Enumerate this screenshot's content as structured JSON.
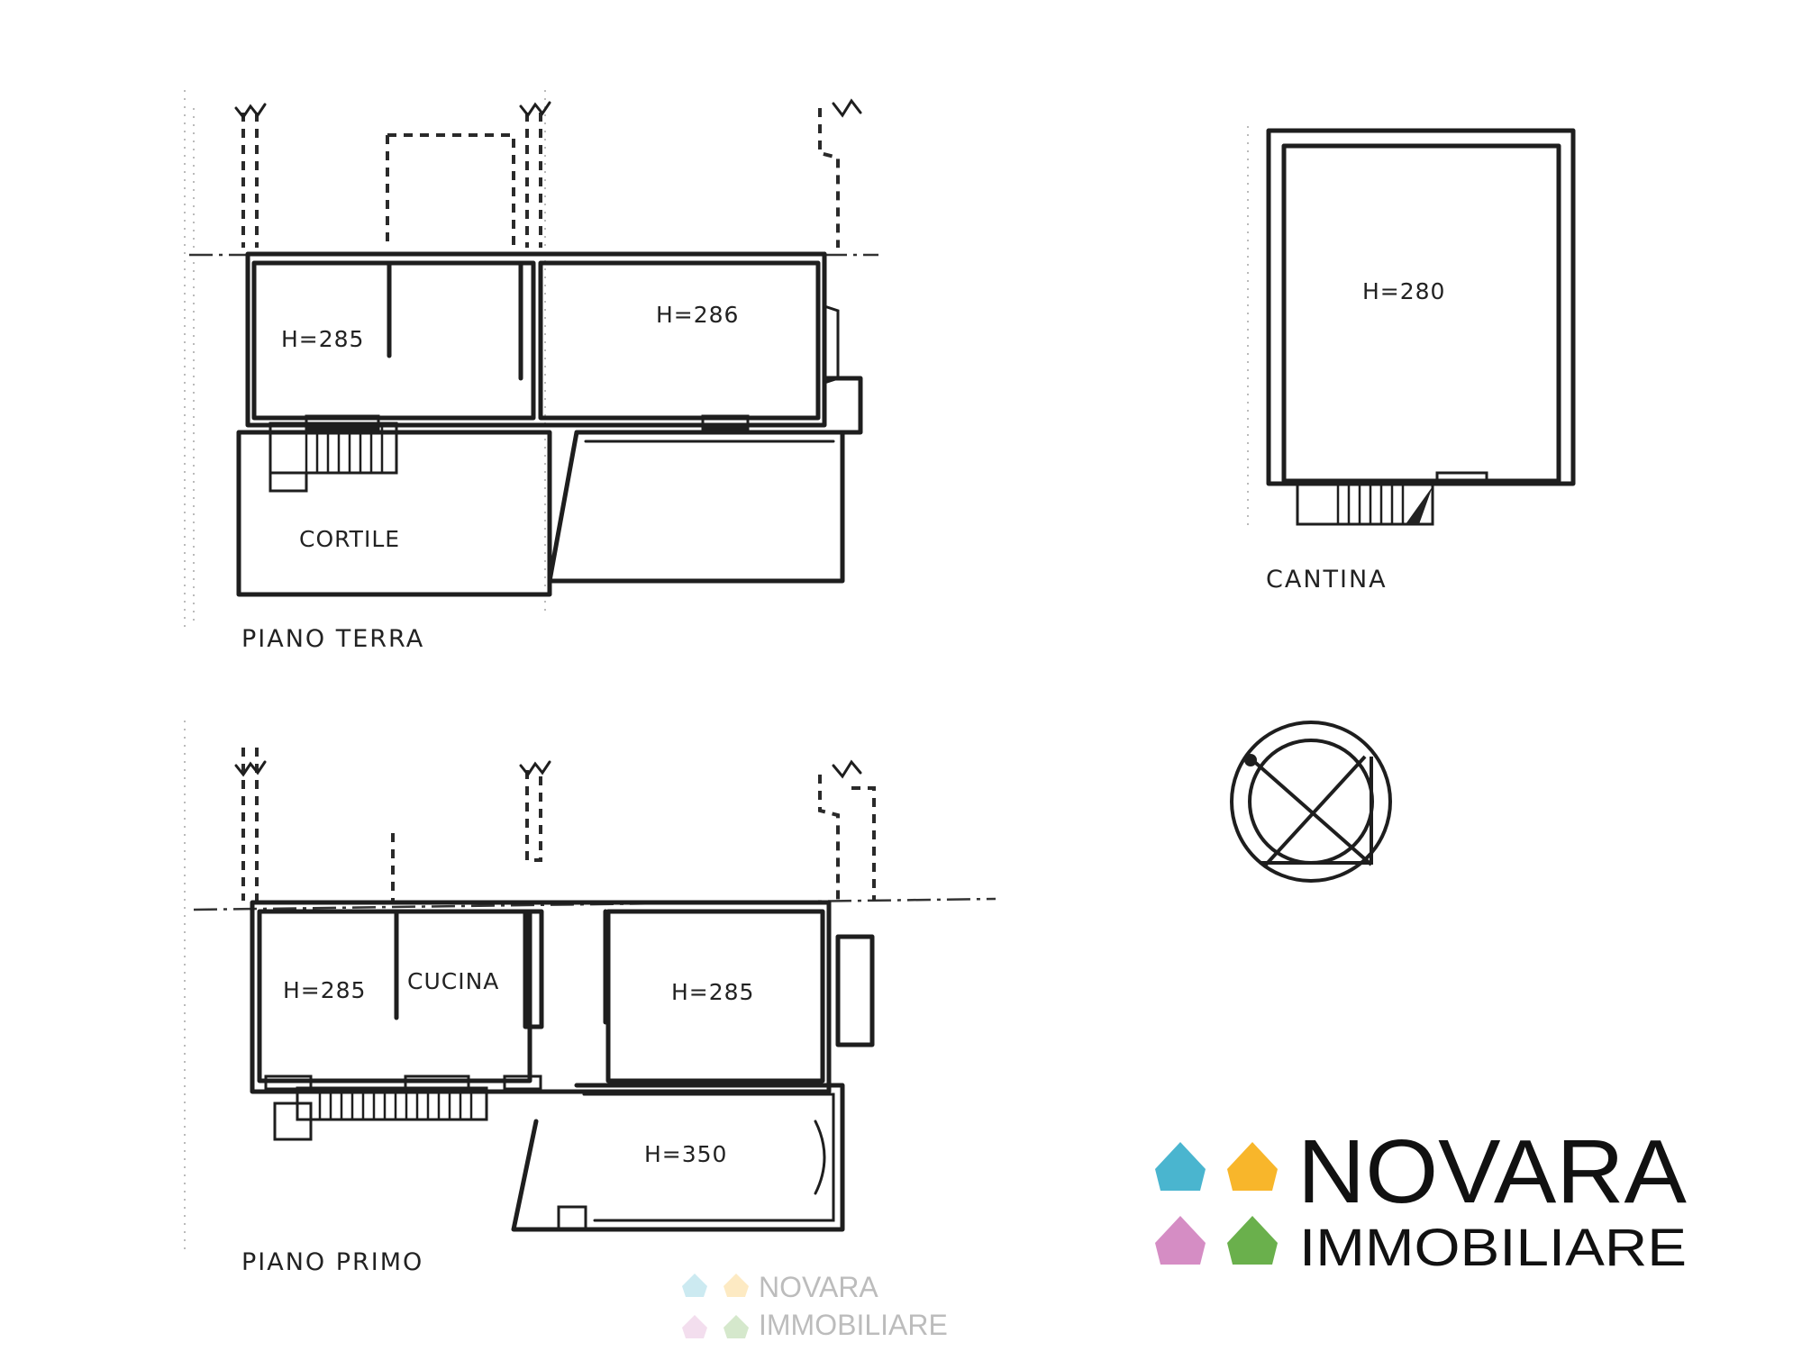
{
  "floor_plans": {
    "piano_terra": {
      "label": "PIANO TERRA",
      "rooms": {
        "left_height": "H=285",
        "right_height": "H=286",
        "courtyard": "CORTILE"
      }
    },
    "cantina": {
      "label": "CANTINA",
      "rooms": {
        "height": "H=280"
      }
    },
    "piano_primo": {
      "label": "PIANO PRIMO",
      "rooms": {
        "left_height": "H=285",
        "kitchen": "CUCINA",
        "right_height": "H=285",
        "lower_height": "H=350"
      }
    }
  },
  "logo": {
    "line1": "NOVARA",
    "line2": "IMMOBILIARE",
    "colors": {
      "blue": "#4ab5cf",
      "orange": "#f8b62b",
      "pink": "#d58dc4",
      "green": "#6ab04c"
    }
  },
  "watermark": {
    "line1": "NOVARA",
    "line2": "IMMOBILIARE"
  },
  "icons": [
    "compass-symbol-icon",
    "house-pin-icon"
  ]
}
